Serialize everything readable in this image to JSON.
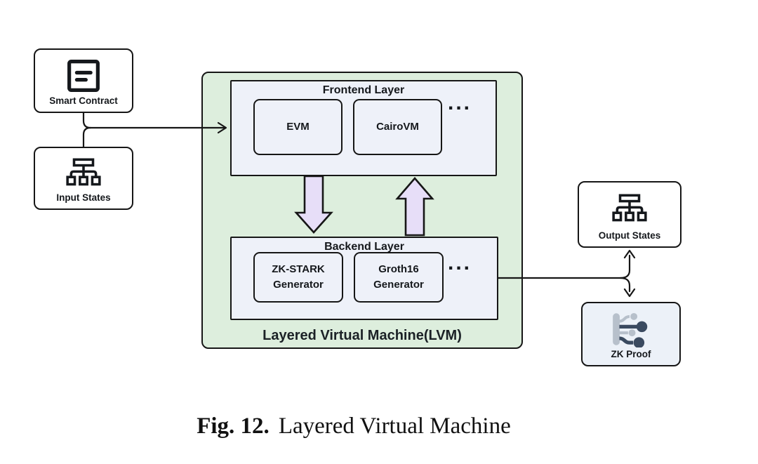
{
  "caption": {
    "fig_label": "Fig. 12.",
    "title": "Layered Virtual Machine"
  },
  "nodes": {
    "smart_contract": {
      "label": "Smart Contract",
      "icon": "contract-document-icon"
    },
    "input_states": {
      "label": "Input States",
      "icon": "sitemap-tree-icon"
    },
    "output_states": {
      "label": "Output States",
      "icon": "sitemap-tree-icon"
    },
    "zk_proof": {
      "label": "ZK Proof",
      "icon": "circuit-branch-icon"
    }
  },
  "lvm": {
    "label": "Layered Virtual Machine(LVM)",
    "frontend": {
      "title": "Frontend Layer",
      "items": [
        "EVM",
        "CairoVM"
      ],
      "more": "..."
    },
    "backend": {
      "title": "Backend Layer",
      "items": [
        "ZK-STARK Generator",
        "Groth16 Generator"
      ],
      "more": "..."
    }
  },
  "colors": {
    "lvm_bg": "#ddeedd",
    "layer_bg": "#eef1f9",
    "arrow_fill": "#e7def8",
    "zk_proof_bg": "#ecf1f8",
    "line": "#161616",
    "icon_gray": "#b7c0cb",
    "icon_dark": "#3a4a60"
  }
}
